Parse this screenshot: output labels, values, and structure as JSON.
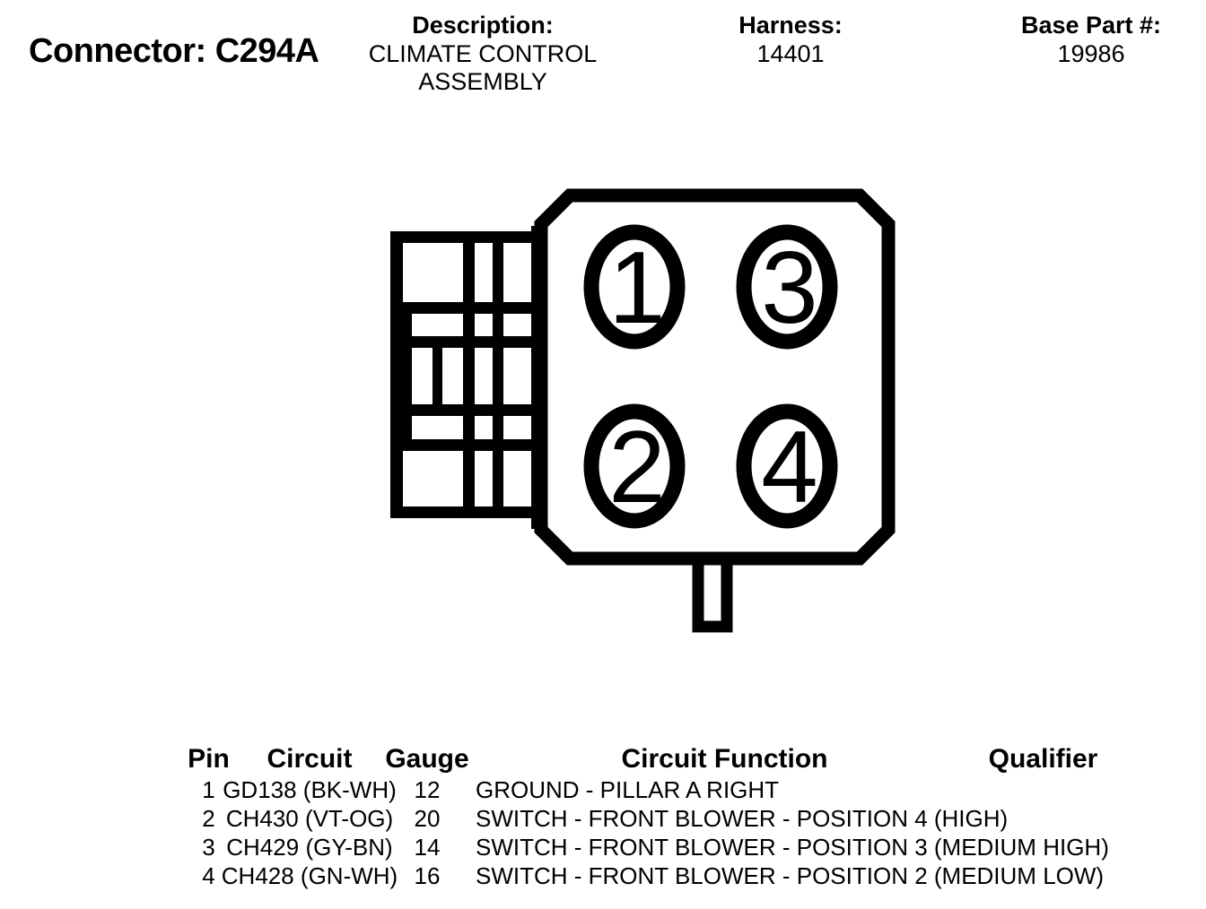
{
  "header": {
    "connector_label": "Connector: C294A",
    "description_label": "Description:",
    "description_line1": "CLIMATE CONTROL",
    "description_line2": "ASSEMBLY",
    "harness_label": "Harness:",
    "harness_value": "14401",
    "base_part_label": "Base Part #:",
    "base_part_value": "19986"
  },
  "diagram": {
    "pin_labels": [
      "1",
      "3",
      "2",
      "4"
    ]
  },
  "table": {
    "headers": {
      "pin": "Pin",
      "circuit": "Circuit",
      "gauge": "Gauge",
      "function": "Circuit Function",
      "qualifier": "Qualifier"
    },
    "rows": [
      {
        "pin": "1",
        "circuit": "GD138 (BK-WH)",
        "gauge": "12",
        "function": "GROUND - PILLAR A RIGHT",
        "qualifier": ""
      },
      {
        "pin": "2",
        "circuit": "CH430 (VT-OG)",
        "gauge": "20",
        "function": "SWITCH - FRONT BLOWER - POSITION 4 (HIGH)",
        "qualifier": ""
      },
      {
        "pin": "3",
        "circuit": "CH429 (GY-BN)",
        "gauge": "14",
        "function": "SWITCH - FRONT BLOWER - POSITION 3 (MEDIUM HIGH)",
        "qualifier": ""
      },
      {
        "pin": "4",
        "circuit": "CH428 (GN-WH)",
        "gauge": "16",
        "function": "SWITCH - FRONT BLOWER - POSITION 2 (MEDIUM LOW)",
        "qualifier": ""
      }
    ]
  },
  "colors": {
    "ink": "#000000",
    "paper": "#ffffff"
  }
}
